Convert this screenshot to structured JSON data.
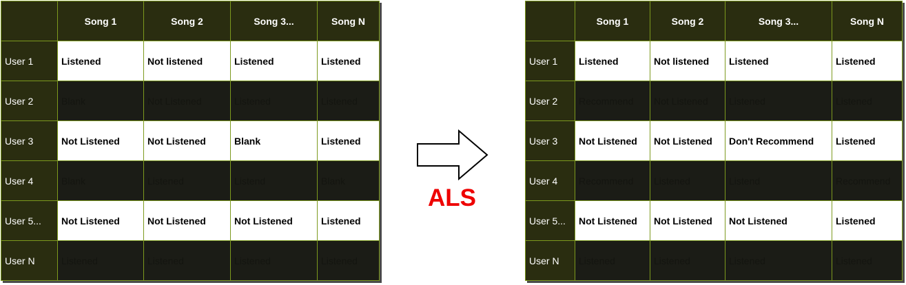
{
  "left_matrix": {
    "columns": [
      "Song 1",
      "Song 2",
      "Song 3...",
      "Song N"
    ],
    "rows": [
      {
        "label": "User 1",
        "cells": [
          "Listened",
          "Not listened",
          "Listened",
          "Listened"
        ]
      },
      {
        "label": "User 2",
        "cells": [
          "Blank",
          "Not Listened",
          "Listened",
          "Listened"
        ]
      },
      {
        "label": "User 3",
        "cells": [
          "Not Listened",
          "Not Listened",
          "Blank",
          "Listened"
        ]
      },
      {
        "label": "User 4",
        "cells": [
          "Blank",
          "Listened",
          "Listend",
          "Blank"
        ]
      },
      {
        "label": "User 5...",
        "cells": [
          "Not Listened",
          "Not Listened",
          "Not Listened",
          "Listened"
        ]
      },
      {
        "label": "User N",
        "cells": [
          "Listened",
          "Listened",
          "Listened",
          "Listened"
        ]
      }
    ]
  },
  "right_matrix": {
    "columns": [
      "Song 1",
      "Song 2",
      "Song 3...",
      "Song N"
    ],
    "rows": [
      {
        "label": "User 1",
        "cells": [
          "Listened",
          "Not listened",
          "Listened",
          "Listened"
        ]
      },
      {
        "label": "User 2",
        "cells": [
          "Recommend",
          "Not Listened",
          "Listened",
          "Listened"
        ]
      },
      {
        "label": "User 3",
        "cells": [
          "Not Listened",
          "Not Listened",
          "Don't Recommend",
          "Listened"
        ]
      },
      {
        "label": "User 4",
        "cells": [
          "Recommend",
          "Listened",
          "Listend",
          "Recommend"
        ]
      },
      {
        "label": "User 5...",
        "cells": [
          "Not Listened",
          "Not Listened",
          "Not Listened",
          "Listened"
        ]
      },
      {
        "label": "User N",
        "cells": [
          "Listened",
          "Listened",
          "Listened",
          "Listened"
        ]
      }
    ]
  },
  "transform": {
    "label": "ALS",
    "arrow_icon": "right-arrow-icon",
    "label_color": "#ee0000"
  },
  "colors": {
    "header_bg": "#2a2d10",
    "dark_row_bg": "#1b1c16",
    "grid_line": "#7d9a1e"
  }
}
